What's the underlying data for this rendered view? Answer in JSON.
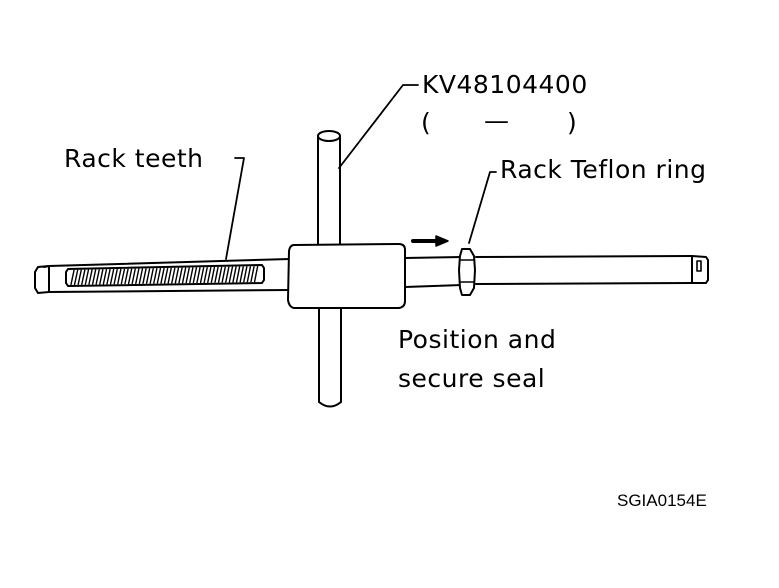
{
  "labels": {
    "tool_number": "KV48104400",
    "tool_paren_open": "(",
    "tool_dash": "—",
    "tool_paren_close": ")",
    "rack_teeth": "Rack teeth",
    "teflon_ring": "Rack Teflon ring",
    "position_line1": "Position and",
    "position_line2": "secure seal"
  },
  "figure_code": "SGIA0154E"
}
